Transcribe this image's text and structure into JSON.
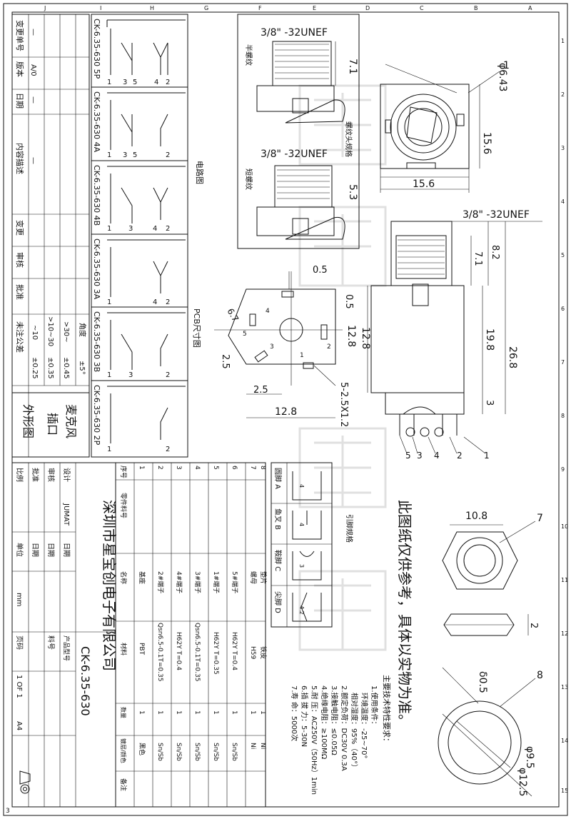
{
  "frame": {
    "top_letters": [
      "J",
      "I",
      "H",
      "G",
      "F",
      "E",
      "D",
      "C",
      "B",
      "A"
    ],
    "side_numbers": [
      "1",
      "2",
      "3",
      "4",
      "5",
      "6",
      "7",
      "8",
      "9",
      "10",
      "11",
      "12",
      "13",
      "14",
      "15"
    ],
    "corner_number": "3"
  },
  "notice": "此图纸仅供参考，具体以实物为准。",
  "tech_specs": {
    "title": "主要技术特性要求：",
    "lines": [
      "1.使用条件：",
      "环境温度：-25~70°",
      "相对湿度：95%（40°）",
      "2.额定负荷：DC30V 0.3A",
      "3.接触电阻：≤0.05Ω",
      "4.绝缘电阻：≥100MΩ",
      "5.耐 压：AC250V（50Hz）1min",
      "6.插 拔 力：5-30N",
      "7.寿 命：5000次"
    ]
  },
  "dims": {
    "thread": "3/8\" -32UNEF",
    "d643": "φ6.43",
    "w156": "15.6",
    "h156": "15.6",
    "d71": "7.1",
    "d53": "5.3",
    "d82": "8.2",
    "d128": "12.8",
    "d198": "19.8",
    "d268": "26.8",
    "d3": "3",
    "d05a": "0.5",
    "d05b": "0.5",
    "d67": "6.7",
    "d25a": "2.5",
    "d25b": "2.5",
    "d128b": "12.8",
    "d128c": "12.8",
    "holes": "5-2.5X1.2",
    "nut_w": "10.8",
    "nut_t": "2",
    "wash_t": "δ0.5",
    "wash_id": "φ9.5",
    "wash_od": "φ12.5",
    "leader1": "1",
    "leader7": "7",
    "leader8": "8",
    "pins": [
      "5",
      "3",
      "4",
      "2",
      "1"
    ],
    "pcb_pins": [
      "4",
      "5",
      "3",
      "1",
      "2"
    ]
  },
  "labels": {
    "half_thread": "半螺纹",
    "thread_spec": "螺纹头规格",
    "short_thread": "短螺纹",
    "circuit": "电路图",
    "pcb": "PCB尺寸图",
    "pin_spec": "引脚规格"
  },
  "pin_types": [
    {
      "name": "圆脚 A",
      "w": "4"
    },
    {
      "name": "鱼叉 B",
      "w": "4"
    },
    {
      "name": "鞍脚 C",
      "w": "3"
    },
    {
      "name": "尖脚 D",
      "w": "4.2"
    }
  ],
  "variants": [
    {
      "code": "CK-6.35-630 5P",
      "pins": [
        "1",
        "3",
        "5",
        "4",
        "2"
      ]
    },
    {
      "code": "CK-6.35-630 4A",
      "pins": [
        "1",
        "3",
        "5",
        "2"
      ]
    },
    {
      "code": "CK-6.35-630 4B",
      "pins": [
        "1",
        "3",
        "4",
        "2"
      ]
    },
    {
      "code": "CK-6.35-630 3A",
      "pins": [
        "1",
        "4",
        "2"
      ]
    },
    {
      "code": "CK-6.35-630 3B",
      "pins": [
        "1",
        "3",
        "2"
      ]
    },
    {
      "code": "CK-6.35-630 2P",
      "pins": [
        "1",
        "2"
      ]
    }
  ],
  "revision": {
    "headers": [
      "变更单号",
      "版本",
      "日期",
      "内容描述",
      "变更",
      "审核",
      "批准"
    ],
    "version": "A/0",
    "dash": "—"
  },
  "tolerance": {
    "rows": [
      {
        "range": "~10",
        "val": "±0.25"
      },
      {
        "range": ">10~30",
        "val": "±0.35"
      },
      {
        "range": ">30~",
        "val": "±0.45"
      },
      {
        "range": "角度",
        "val": "±5°"
      }
    ],
    "footer": "未注公差"
  },
  "title_left": {
    "line1": "麦克风",
    "line2": "插口",
    "line3": "外形图"
  },
  "bom": {
    "headers": [
      "序号",
      "零件料号",
      "名称",
      "材料",
      "数量",
      "镀层/颜色",
      "备注"
    ],
    "rows": [
      {
        "no": "1",
        "name": "基座",
        "mat": "PBT",
        "qty": "1",
        "fin": "黑色"
      },
      {
        "no": "2",
        "name": "2#端子",
        "mat": "Qsn6.5-0.1T=0.35",
        "qty": "1",
        "fin": "Sn/Sb"
      },
      {
        "no": "3",
        "name": "4#端子",
        "mat": "H62Y T=0.4",
        "qty": "1",
        "fin": "Sn/Sb"
      },
      {
        "no": "4",
        "name": "3#端子",
        "mat": "Qsn6.5-0.1T=0.35",
        "qty": "1",
        "fin": "Sn/Sb"
      },
      {
        "no": "5",
        "name": "1#端子",
        "mat": "H62Y T=0.35",
        "qty": "1",
        "fin": "Sn/Sb"
      },
      {
        "no": "6",
        "name": "5#端子",
        "mat": "H62Y T=0.4",
        "qty": "1",
        "fin": "Sn/Sb"
      },
      {
        "no": "7",
        "name": "螺母",
        "mat": "H59",
        "qty": "1",
        "fin": "Ni"
      },
      {
        "no": "8",
        "name": "垫片",
        "mat": "铁皮",
        "qty": "1",
        "fin": "Ni"
      }
    ]
  },
  "title_block": {
    "company": "深圳市星宝创电子有限公司",
    "labels": [
      "比例",
      "批准",
      "审核",
      "设计",
      "单位",
      "日期",
      "日期",
      "日期",
      "页码",
      "料号",
      "产品型号"
    ],
    "designer": "JUMAT",
    "unit": "mm",
    "page": "1 OF 1",
    "size": "A4",
    "model": "CK-6.35-630"
  }
}
